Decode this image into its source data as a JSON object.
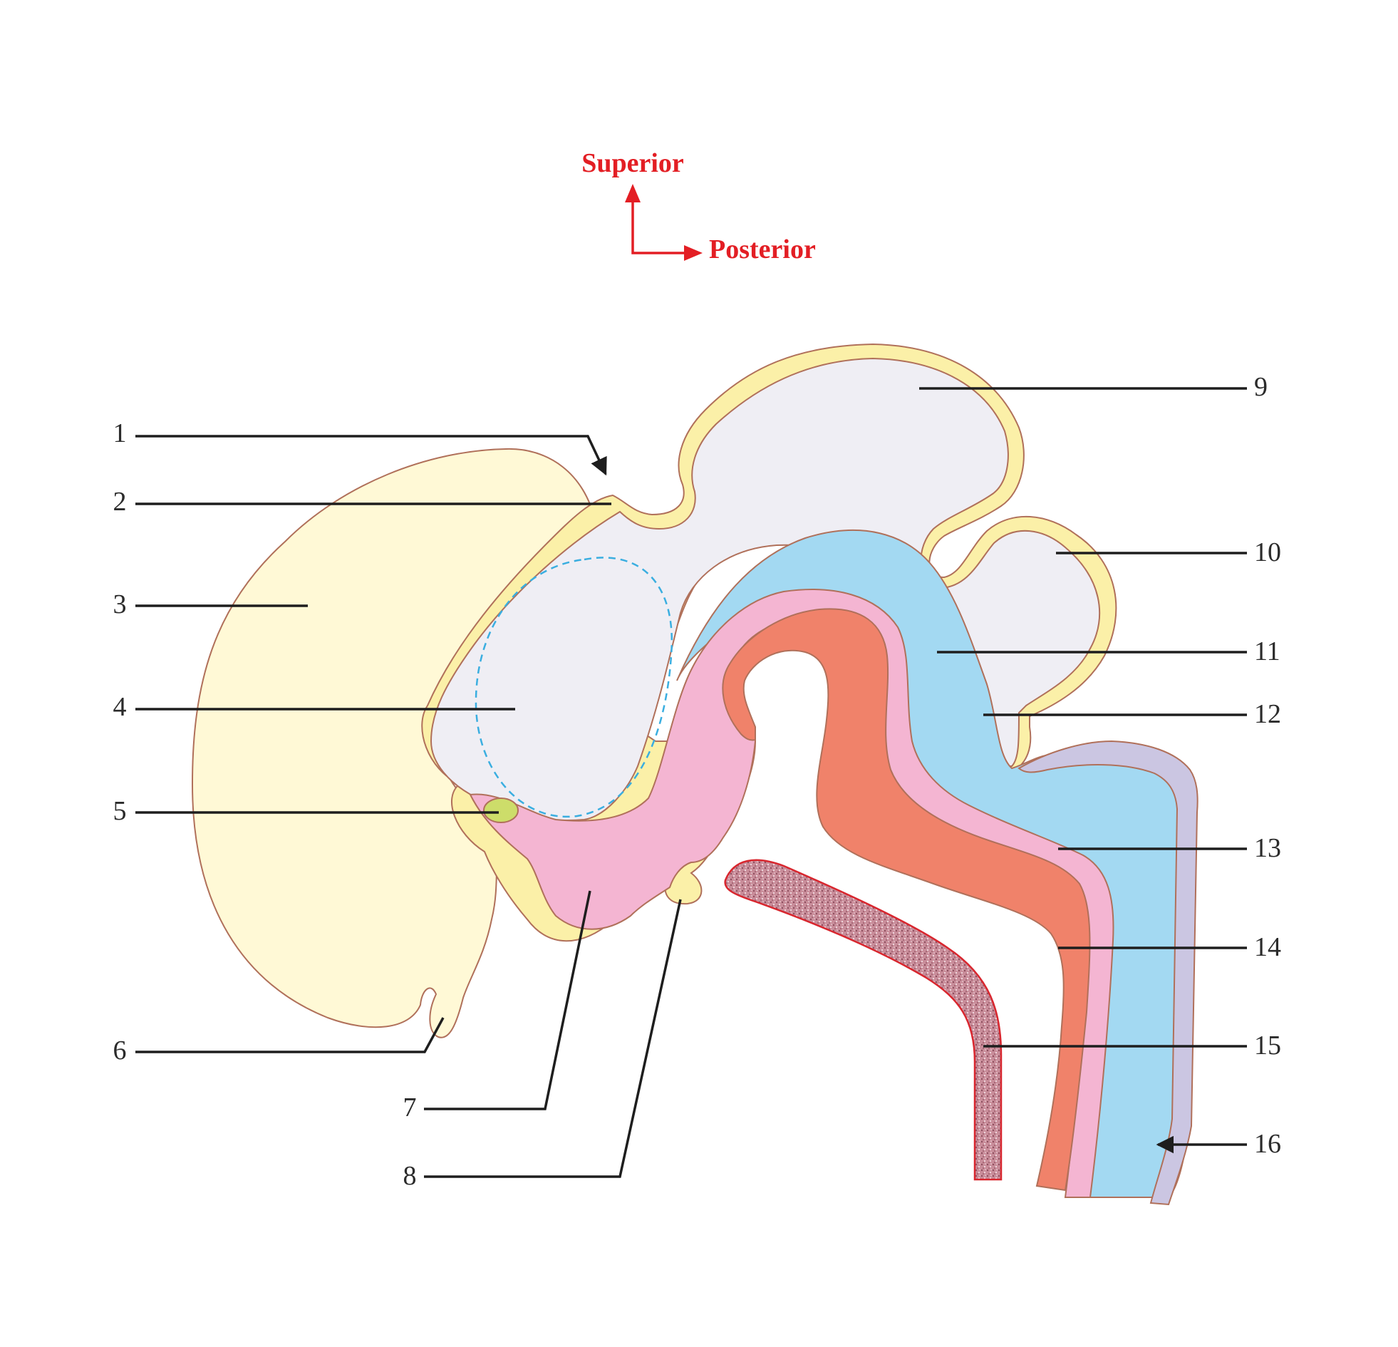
{
  "orientation": {
    "superior_label": "Superior",
    "posterior_label": "Posterior",
    "color": "#e31e24"
  },
  "labels": [
    "1",
    "2",
    "3",
    "4",
    "5",
    "6",
    "7",
    "8",
    "9",
    "10",
    "11",
    "12",
    "13",
    "14",
    "15",
    "16"
  ],
  "colors": {
    "outline": "#b0705a",
    "yolk_region": "#fff9d6",
    "ectoderm_layer": "#fbf0a8",
    "cavity": "#efeef4",
    "blue_layer": "#a3d9f2",
    "pink_layer": "#f4b5d2",
    "orange_layer": "#f0826a",
    "lavender_layer": "#cbc6e2",
    "green_spot": "#cddd6a",
    "dashed_outline": "#3aaee0",
    "stippled_rod": "#c98d9a"
  }
}
